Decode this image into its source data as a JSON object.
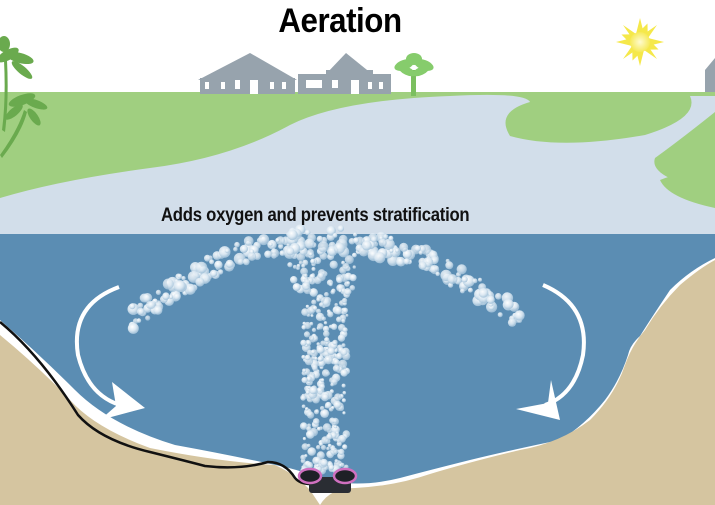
{
  "title": "Aeration",
  "subtitle": "Adds oxygen and prevents stratification",
  "colors": {
    "sky": "#ffffff",
    "grass": "#a0cf80",
    "palm": "#6aaa4e",
    "house": "#97a3ad",
    "river": "#d2deea",
    "pond_water": "#5b8db3",
    "sediment": "#d5c5a0",
    "bubble": "#dfeaf3",
    "arrow": "#ffffff",
    "sun": "#f8ee60",
    "hose": "#111111",
    "diffuser_ring": "#d070c0",
    "diffuser_body": "#2a2d33"
  },
  "scene": {
    "elements": [
      {
        "name": "sun-icon",
        "label": "sun"
      },
      {
        "name": "palm-trees-left",
        "label": "palm trees"
      },
      {
        "name": "houses",
        "label": "houses"
      },
      {
        "name": "palm-tree-center",
        "label": "palm tree"
      },
      {
        "name": "house-right",
        "label": "house"
      },
      {
        "name": "river",
        "label": "river"
      },
      {
        "name": "pond-water",
        "label": "pond water"
      },
      {
        "name": "pond-bottom",
        "label": "sediment"
      },
      {
        "name": "circulation-arrow-left",
        "label": "circulation arrow"
      },
      {
        "name": "circulation-arrow-right",
        "label": "circulation arrow"
      },
      {
        "name": "bubble-plume",
        "label": "rising bubbles"
      },
      {
        "name": "air-hose",
        "label": "air supply hose"
      },
      {
        "name": "diffuser",
        "label": "aeration diffuser"
      }
    ]
  }
}
